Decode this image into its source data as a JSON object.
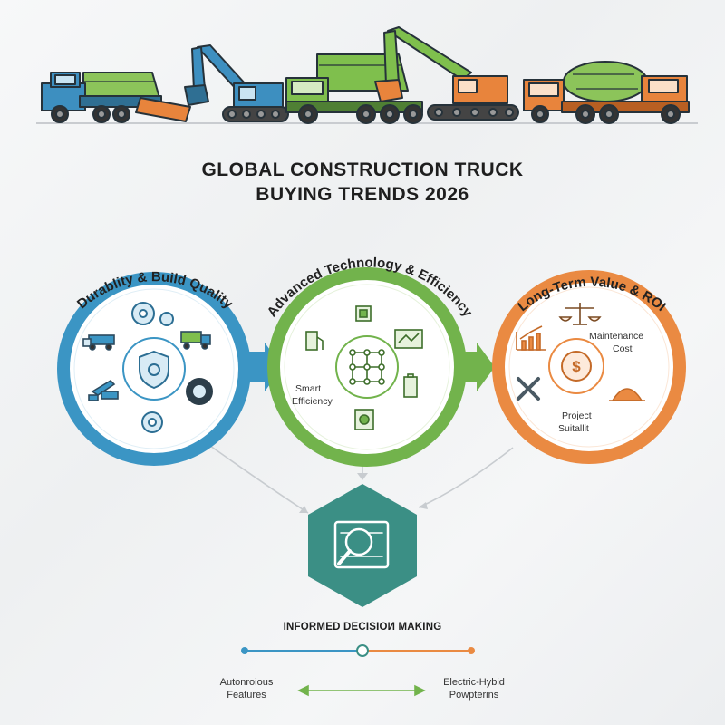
{
  "title": {
    "line1": "GLOBAL CONSTRUCTION TRUCK",
    "line2": "BUYING TRENDS 2026"
  },
  "circles": [
    {
      "label": "Durablity & Build Quality",
      "color": "#3b95c4",
      "icons": [
        "gear-icon",
        "dump-truck-icon",
        "shield-icon",
        "excavator-icon",
        "tire-icon"
      ]
    },
    {
      "label": "Advanced Technology & Efficiency",
      "color": "#72b34c",
      "inner_text": [
        "Smart",
        "Efficiency"
      ],
      "icons": [
        "chip-icon",
        "fuel-pump-icon",
        "monitor-icon",
        "network-grid-icon",
        "battery-icon",
        "hybrid-icon"
      ]
    },
    {
      "label": "Long-Term Value & ROI",
      "color": "#ea8a42",
      "inner_text_top": [
        "Maintenance",
        "Cost"
      ],
      "inner_text_bottom": [
        "Project",
        "Suitallit"
      ],
      "icons": [
        "balance-scale-icon",
        "growth-chart-icon",
        "dollar-cycle-icon",
        "wrench-icon",
        "hard-hat-icon"
      ]
    }
  ],
  "decision": {
    "icon": "magnifier-blueprint-icon",
    "color": "#3b8f85",
    "label": "INFORMED DECISIOИ MAKING"
  },
  "bottom": {
    "left": [
      "Autonroious",
      "Features"
    ],
    "right": [
      "Electric-Hybid",
      "Powpterins"
    ],
    "dot_colors": [
      "#3b95c4",
      "#72b34c",
      "#ea8a42"
    ]
  },
  "trucks": [
    "dump-truck-blue",
    "excavator-blue",
    "dump-truck-green",
    "excavator-green",
    "excavator-orange",
    "mixer-truck-orange"
  ]
}
